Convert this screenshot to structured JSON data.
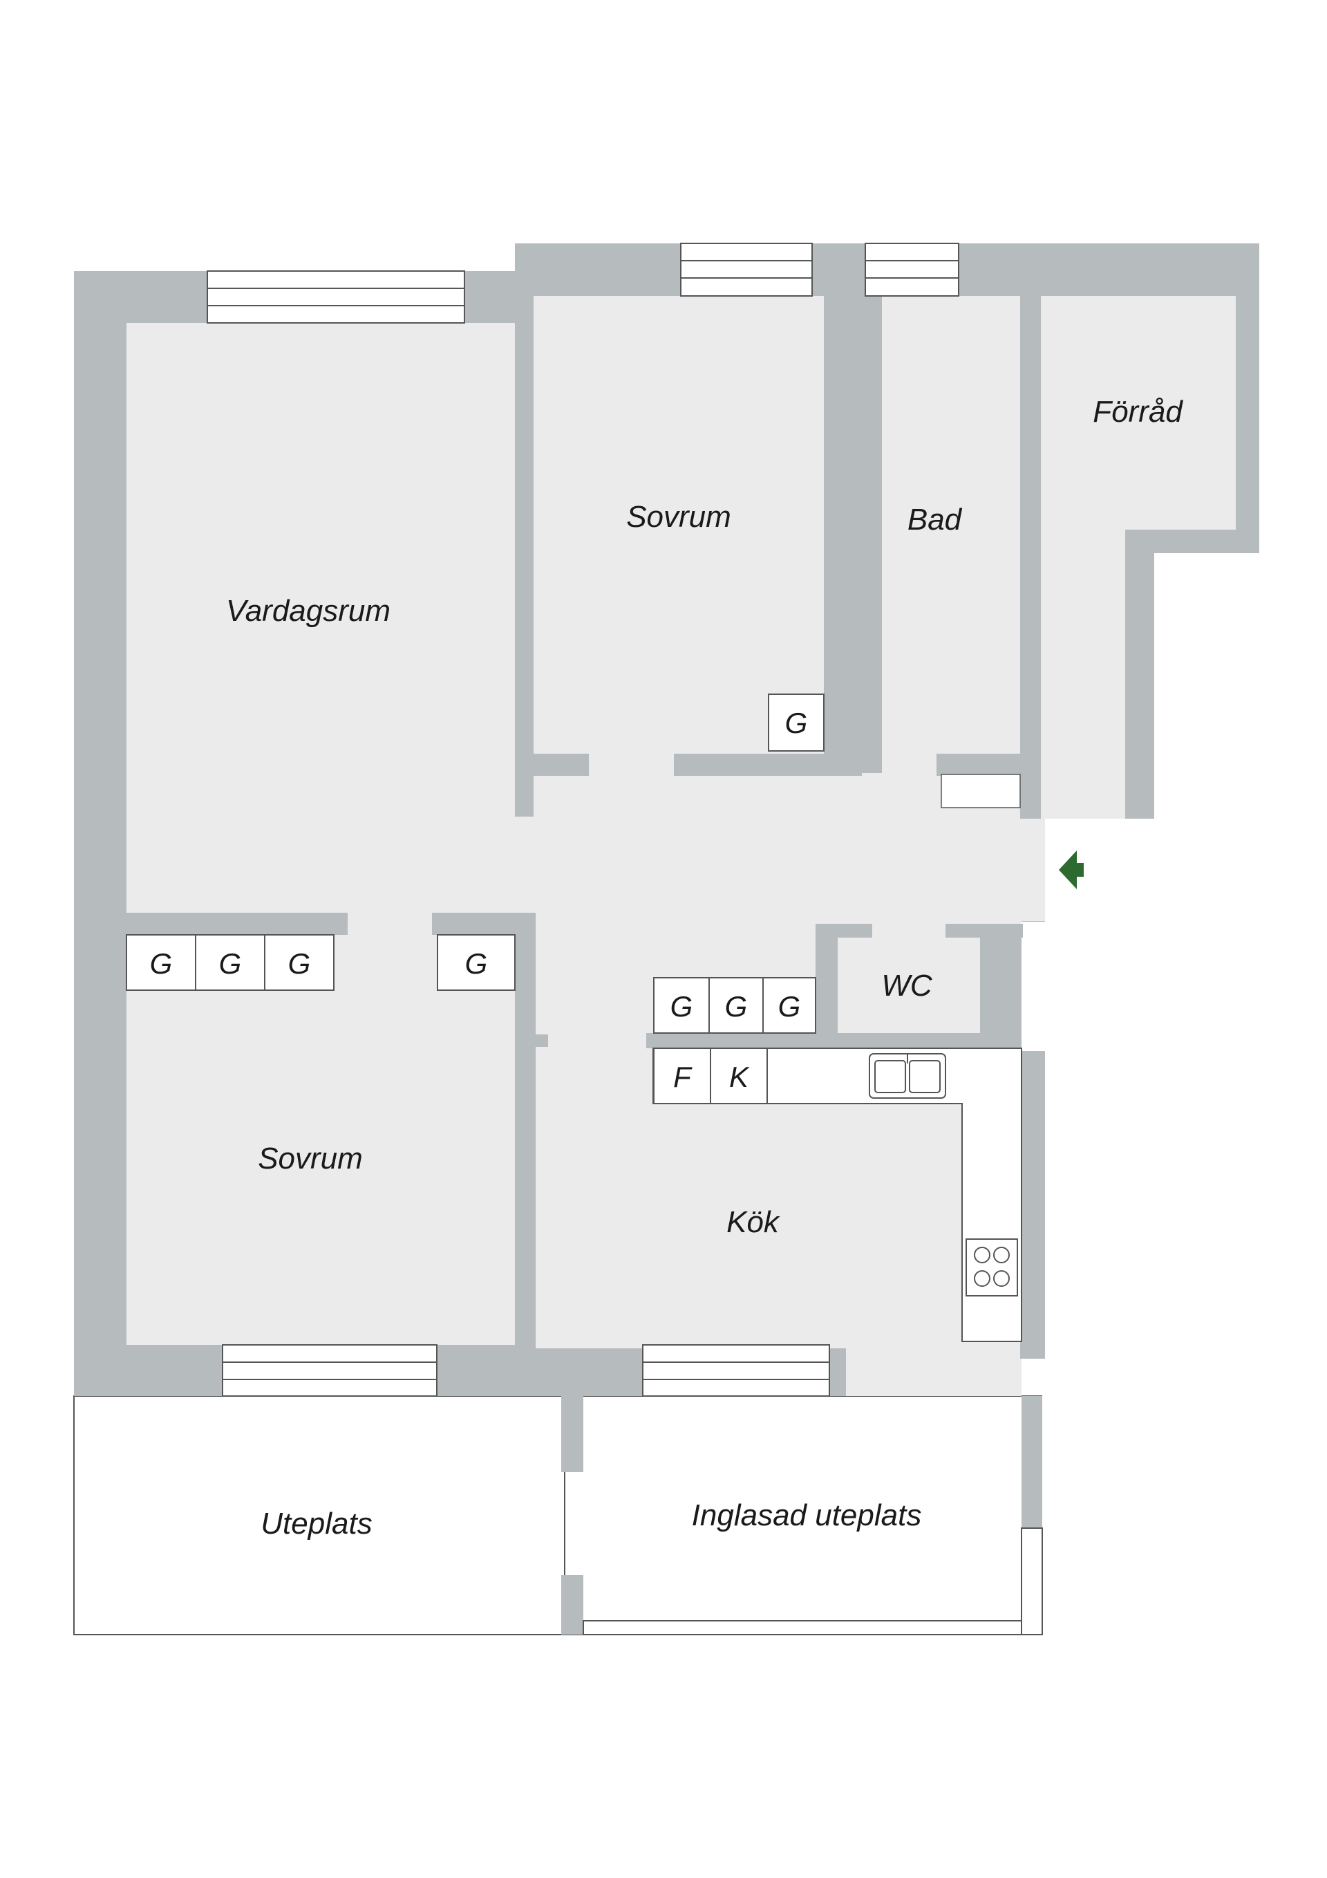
{
  "rooms": {
    "vardagsrum": "Vardagsrum",
    "sovrum_top": "Sovrum",
    "bad": "Bad",
    "forrad": "Förråd",
    "wc": "WC",
    "sovrum_bottom": "Sovrum",
    "kok": "Kök",
    "uteplats": "Uteplats",
    "inglasad": "Inglasad uteplats"
  },
  "cabinets": {
    "g": "G",
    "f": "F",
    "k": "K"
  },
  "colors": {
    "wall": "#b6bbbe",
    "floor": "#ebebeb",
    "line": "#555555",
    "entrance_arrow": "#2d6a2f"
  }
}
